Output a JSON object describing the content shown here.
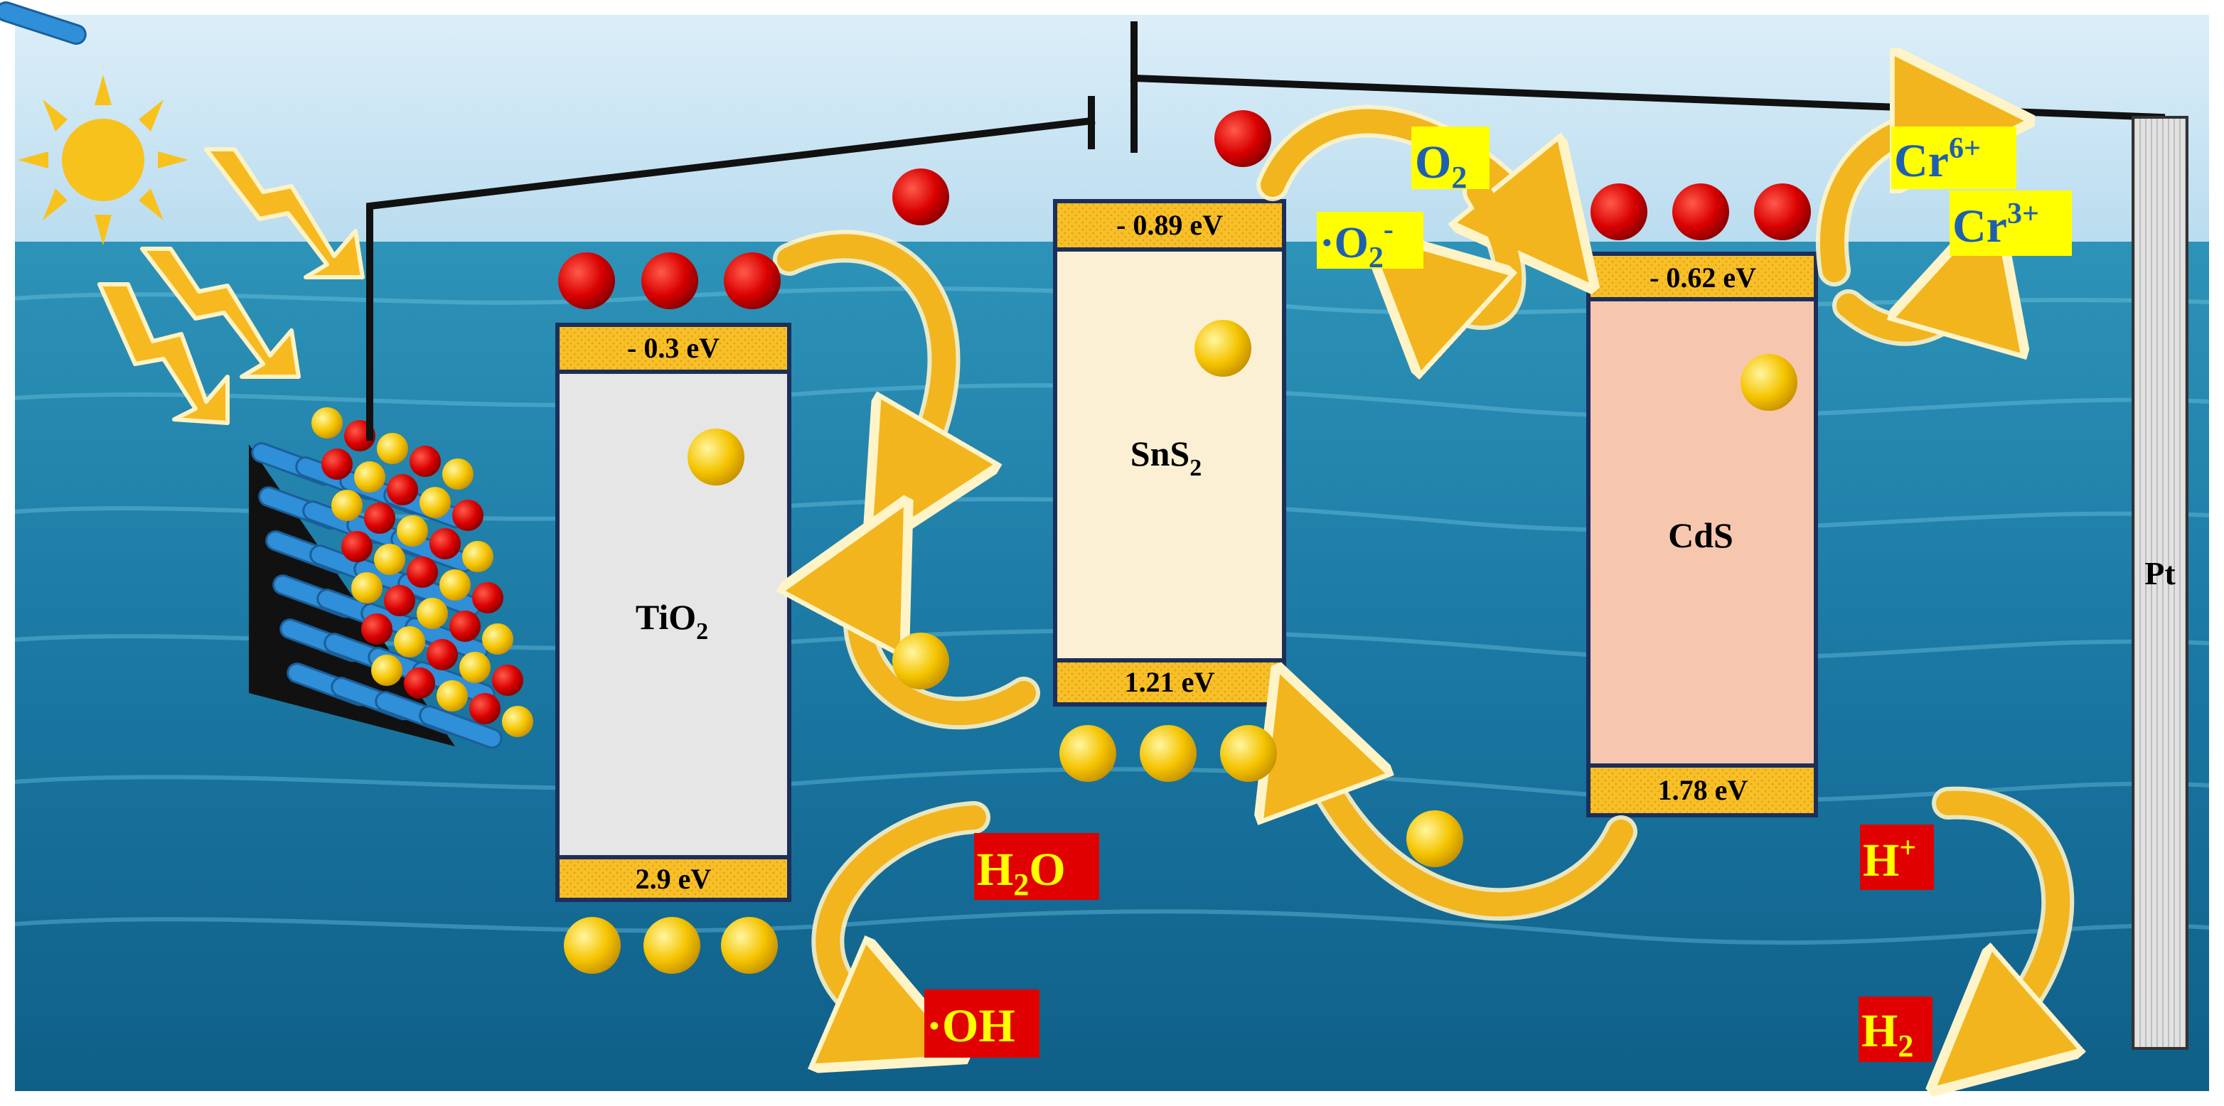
{
  "semiconductors": [
    {
      "id": "tio2",
      "name": "TiO",
      "sub": "2",
      "cb": "- 0.3 eV",
      "vb": "2.9 eV",
      "fill": "#e6e6e6"
    },
    {
      "id": "sns2",
      "name": "SnS",
      "sub": "2",
      "cb": "- 0.89 eV",
      "vb": "1.21 eV",
      "fill": "#fbf0d3"
    },
    {
      "id": "cds",
      "name": "CdS",
      "sub": "",
      "cb": "- 0.62 eV",
      "vb": "1.78 eV",
      "fill": "#f6c7ae"
    }
  ],
  "electrode": {
    "label": "Pt"
  },
  "species": {
    "o2": "O",
    "o2_sub": "2",
    "superoxide": "·O",
    "superoxide_sub": "2",
    "superoxide_sup": "-",
    "cr6": "Cr",
    "cr6_sup": "6+",
    "cr3": "Cr",
    "cr3_sup": "3+",
    "h2o_h": "H",
    "h2o_sub": "2",
    "h2o_o": "O",
    "oh": "·OH",
    "hplus": "H",
    "hplus_sup": "+",
    "h2": "H",
    "h2_sub": "2"
  },
  "colors": {
    "band_edge": "#f7bf2a",
    "electron": "#d90000",
    "hole": "#f5c400",
    "arrow": "#f2b51e",
    "label_yellow_bg": "#ffff00",
    "label_red_bg": "#e00000",
    "label_blue_text": "#1f5fb0",
    "label_yellow_text": "#ffff00",
    "sky": "#cfe6f3",
    "sea": "#1e7fa8"
  }
}
